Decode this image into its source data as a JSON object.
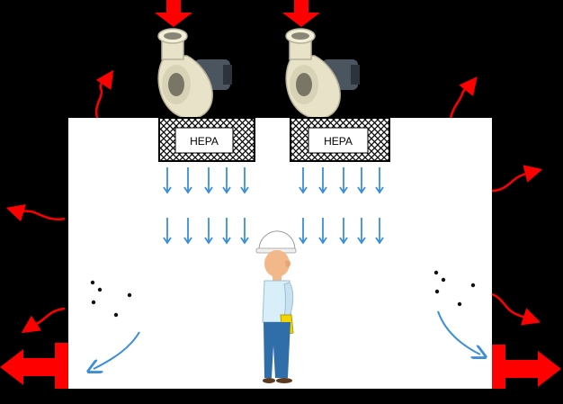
{
  "filters": [
    {
      "label": "HEPA"
    },
    {
      "label": "HEPA"
    }
  ],
  "colors": {
    "background": "#000000",
    "room": "#ffffff",
    "inflow_arrow": "#ff0000",
    "outflow_arrow": "#ff0000",
    "leak_arrow": "#ff0000",
    "airflow_arrow": "#3a8fd8",
    "fan_body": "#e8e2c8",
    "person_shirt": "#d8eef8",
    "person_pants": "#2f6ea8",
    "helmet": "#ffffff",
    "glove": "#f2d400"
  },
  "icons": [
    "inflow-arrow",
    "blower-fan-icon",
    "hepa-filter",
    "airflow-arrow",
    "leak-arrow",
    "exhaust-arrow",
    "exhaust-damper",
    "particle-dot",
    "worker-figure"
  ]
}
